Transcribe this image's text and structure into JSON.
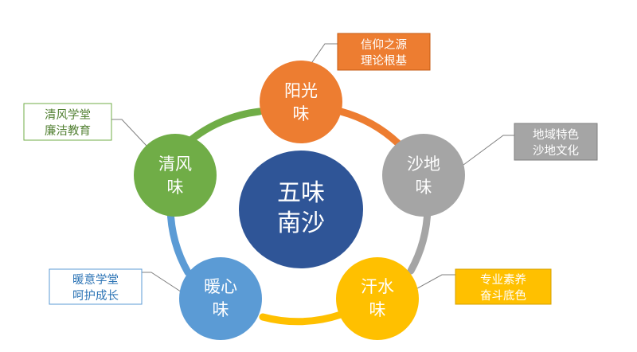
{
  "center": {
    "lines": [
      "五味",
      "南沙"
    ],
    "color": "#2f5597"
  },
  "nodes": [
    {
      "id": "yangguang",
      "lines": [
        "阳光",
        "味"
      ],
      "color": "#ed7d31"
    },
    {
      "id": "shadi",
      "lines": [
        "沙地",
        "味"
      ],
      "color": "#a5a5a5"
    },
    {
      "id": "hanshui",
      "lines": [
        "汗水",
        "味"
      ],
      "color": "#ffc000"
    },
    {
      "id": "nuanxin",
      "lines": [
        "暖心",
        "味"
      ],
      "color": "#5b9bd5"
    },
    {
      "id": "qingfeng",
      "lines": [
        "清风",
        "味"
      ],
      "color": "#70ad47"
    }
  ],
  "callouts": [
    {
      "id": "yangguang",
      "lines": [
        "信仰之源",
        "理论根基"
      ],
      "fill": "#ed7d31",
      "border": "#c55a11",
      "text_color": "#ffffff"
    },
    {
      "id": "shadi",
      "lines": [
        "地域特色",
        "沙地文化"
      ],
      "fill": "#a5a5a5",
      "border": "#7f7f7f",
      "text_color": "#ffffff"
    },
    {
      "id": "hanshui",
      "lines": [
        "专业素养",
        "奋斗底色"
      ],
      "fill": "#ffc000",
      "border": "#d6a100",
      "text_color": "#ffffff"
    },
    {
      "id": "nuanxin",
      "lines": [
        "暖意学堂",
        "呵护成长"
      ],
      "fill": "#ffffff",
      "border": "#5b9bd5",
      "text_color": "#2e75b6"
    },
    {
      "id": "qingfeng",
      "lines": [
        "清风学堂",
        "廉洁教育"
      ],
      "fill": "#ffffff",
      "border": "#70ad47",
      "text_color": "#548235"
    }
  ]
}
